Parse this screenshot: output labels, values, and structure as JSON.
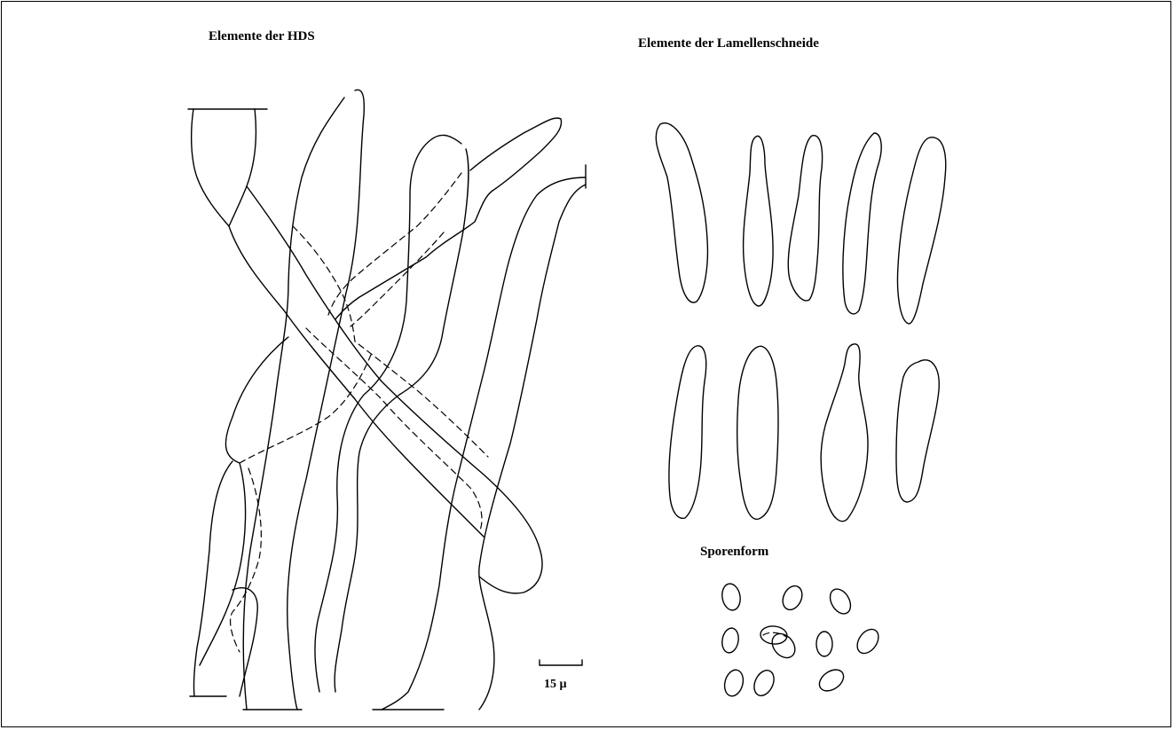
{
  "labels": {
    "hds_title": "Elemente der HDS",
    "lamellenschneide_title": "Elemente der Lamellenschneide",
    "sporenform_title": "Sporenform",
    "scale_bar": "15 µ"
  },
  "colors": {
    "ink": "#000000",
    "background": "#ffffff"
  }
}
